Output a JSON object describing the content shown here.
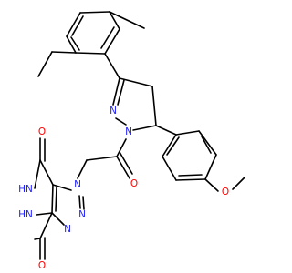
{
  "atoms": {
    "n_pyrazoline_imine": {
      "text": "N",
      "element": "nitrogen"
    },
    "n_pyrazoline_amide": {
      "text": "N",
      "element": "nitrogen"
    },
    "o_methoxy": {
      "text": "O",
      "element": "oxygen"
    },
    "o_amide": {
      "text": "O",
      "element": "oxygen"
    },
    "n_triazole_1": {
      "text": "N",
      "element": "nitrogen"
    },
    "n_triazole_2": {
      "text": "N",
      "element": "nitrogen"
    },
    "n_triazole_3": {
      "text": "N",
      "element": "nitrogen"
    },
    "o_carbonyl_top": {
      "text": "O",
      "element": "oxygen"
    },
    "o_carbonyl_bottom": {
      "text": "O",
      "element": "oxygen"
    },
    "nh_upper": {
      "text": "HN",
      "element": "nitrogen"
    },
    "nh_lower": {
      "text": "HN",
      "element": "nitrogen"
    }
  },
  "colors": {
    "bond": "#000000",
    "nitrogen": "#2020ff",
    "oxygen": "#ff0000"
  }
}
